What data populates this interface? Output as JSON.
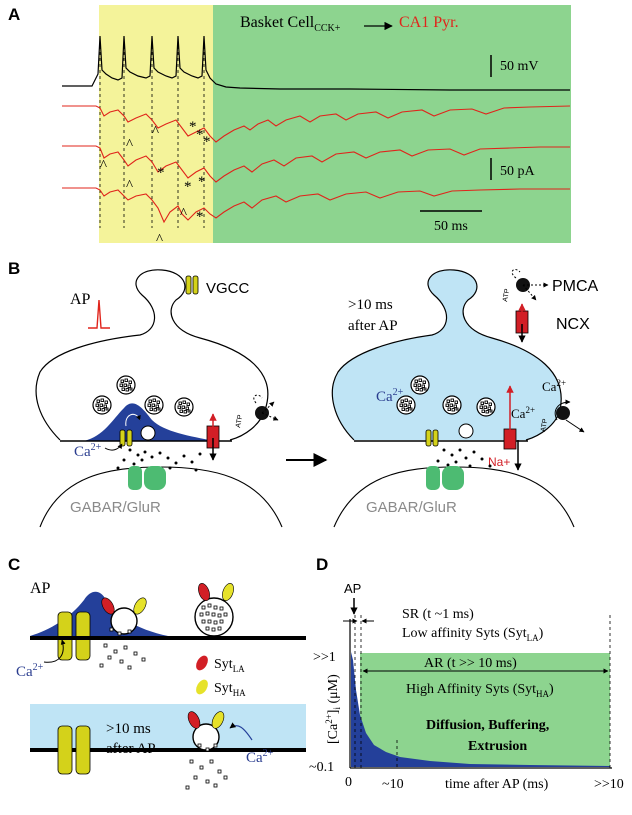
{
  "colors": {
    "yellow_period": "#f4f39a",
    "green_period": "#8dd48f",
    "trace_red": "#e0241b",
    "calcium_blue": "#24409a",
    "cytosol_light_blue": "#bfe4f5",
    "vgcc_yellow": "#d4d21a",
    "receptor_green": "#4dbb72",
    "syt_la_red": "#d21f26",
    "syt_ha_yellow": "#e6e22a",
    "ca_label_blue": "#2a3d8f"
  },
  "panel_a": {
    "label": "A",
    "title_main": "Basket Cell",
    "title_sub": "CCK+",
    "title_target": "CA1 Pyr.",
    "scale_voltage": "50 mV",
    "scale_current": "50 pA",
    "scale_time": "50 ms",
    "marker_caret": "^",
    "marker_star": "*"
  },
  "panel_b": {
    "label": "B",
    "ap_label": "AP",
    "vgcc_label": "VGCC",
    "ca_ion": "Ca",
    "ca_sup": "2+",
    "receptor_label": "GABAR/GluR",
    "after_label_line1": ">10 ms",
    "after_label_line2": "after AP",
    "pmca_label": "PMCA",
    "ncx_label": "NCX",
    "atp_label": "ATP",
    "na_label": "Na+"
  },
  "panel_c": {
    "label": "C",
    "ap_label": "AP",
    "ca_ion": "Ca",
    "ca_sup": "2+",
    "syt_prefix": "Syt",
    "syt_la_sub": "LA",
    "syt_ha_sub": "HA",
    "after_line1": ">10 ms",
    "after_line2": "after AP"
  },
  "panel_d": {
    "label": "D",
    "ap_label": "AP",
    "sr_line1": "SR (t ~1 ms)",
    "sr_line2_prefix": "Low affinity Syts (Syt",
    "sr_line2_sub": "LA",
    "ar_line1": "AR (t >> 10 ms)",
    "ar_line2_prefix": "High Affinity Syts (Syt",
    "ar_line2_sub": "HA",
    "processes_line1": "Diffusion, Buffering,",
    "processes_line2": "Extrusion",
    "ylabel_prefix": "[Ca",
    "ylabel_sup": "2+",
    "ylabel_mid": "]",
    "ylabel_sub": "i",
    "ylabel_unit": " (μM)",
    "ytick_high": ">>1",
    "ytick_low": "~0.1",
    "xtick_zero": "0",
    "xtick_ten": "~10",
    "xtick_far": ">>10",
    "xlabel": "time after AP (ms)"
  }
}
